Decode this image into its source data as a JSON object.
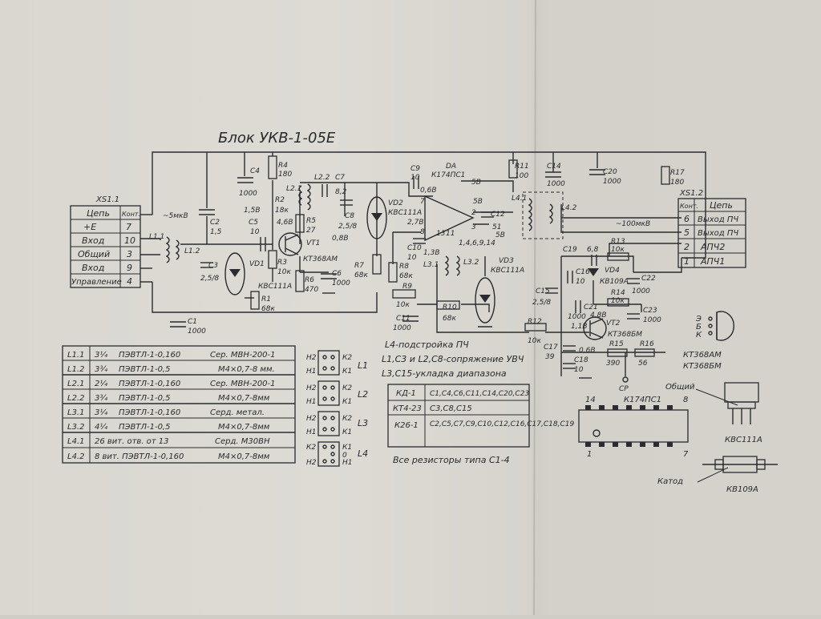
{
  "title": "Блок УКВ-1-05Е",
  "xs1_1": {
    "name": "XS1.1",
    "headers": [
      "Цепь",
      "Конт."
    ],
    "rows": [
      [
        "+E",
        "7"
      ],
      [
        "Вход",
        "10"
      ],
      [
        "Общий",
        "3"
      ],
      [
        "Вход",
        "9"
      ],
      [
        "Управление",
        "4"
      ]
    ]
  },
  "xs1_2": {
    "name": "XS1.2",
    "headers": [
      "Конт.",
      "Цепь"
    ],
    "rows": [
      [
        "6",
        "Выход ПЧ"
      ],
      [
        "5",
        "Выход ПЧ"
      ],
      [
        "2",
        "АПЧ2"
      ],
      [
        "1",
        "АПЧ1"
      ]
    ]
  },
  "components": {
    "c4": [
      "C4",
      "1000"
    ],
    "r4": [
      "R4",
      "180"
    ],
    "c7": "C7",
    "l22": "L2.2",
    "l21": "L2.1",
    "c9": [
      "C9",
      "10"
    ],
    "da": [
      "DA",
      "К174ПС1"
    ],
    "r11": [
      "R11",
      "100"
    ],
    "c14": [
      "C14",
      "1000"
    ],
    "c20": [
      "C20",
      "1000"
    ],
    "r17": [
      "R17",
      "180"
    ],
    "r2": [
      "R2",
      "18к"
    ],
    "v158": "1,5В",
    "c5": [
      "C5",
      "10"
    ],
    "v468": "4,6В",
    "r5": [
      "R5",
      "27"
    ],
    "c8": [
      "C8",
      "2,5/8"
    ],
    "c7v": "8,2",
    "vd2": [
      "VD2",
      "КВС111А"
    ],
    "v068": "0,6В",
    "v278": "2,7В",
    "pin7": "7",
    "pin8": "8",
    "v5a": "5В",
    "v5b": "5В",
    "v5c": "5В",
    "c12": [
      "C12",
      "51"
    ],
    "l41": "L4.1",
    "l42": "L4.2",
    "pins23": "2",
    "pin3": "3",
    "pins1469": "1,4,6,9,14",
    "pin11": "11",
    "pin13": "13",
    "c2": [
      "C2",
      "1,5"
    ],
    "c3": [
      "C3",
      "2,5/8"
    ],
    "l11": "L1.1",
    "l12": "L1.2",
    "mv5": "~5мкВ",
    "vd1": "VD1",
    "vt1": "VT1",
    "v08": "0,8В",
    "kt368": "КТ368АМ",
    "r3": [
      "R3",
      "10к"
    ],
    "r6": [
      "R6",
      "470"
    ],
    "c6": [
      "C6",
      "1000"
    ],
    "kvs_vd1": "КВС111А",
    "r1": [
      "R1",
      "68к"
    ],
    "r7": [
      "R7",
      "68к"
    ],
    "r8": [
      "R8",
      "68к"
    ],
    "c10": [
      "C10",
      "10"
    ],
    "v138": "1,3В",
    "l31": "L3.1",
    "l32": "L3.2",
    "vd3": [
      "VD3",
      "КВС111А"
    ],
    "r9": [
      "R9",
      "10к"
    ],
    "r10": [
      "R10",
      "68к"
    ],
    "c11": [
      "C11",
      "1000"
    ],
    "c1": [
      "C1",
      "1000"
    ],
    "mv100": "~100мкВ",
    "c19": "C19",
    "c19v": "6,8",
    "r13": [
      "R13",
      "10к"
    ],
    "c16": [
      "C16",
      "10"
    ],
    "vd4": [
      "VD4",
      "КВ109А"
    ],
    "c22": [
      "C22",
      "1000"
    ],
    "r14": [
      "R14",
      "10к"
    ],
    "c21": [
      "C21",
      "1000"
    ],
    "v48": "4,8В",
    "vt2": "VT2",
    "kt368b": "КТ368БМ",
    "c23": [
      "C23",
      "1000"
    ],
    "c15": [
      "C15",
      "2,5/8"
    ],
    "r12": [
      "R12",
      "10к"
    ],
    "v11": "1,1В",
    "c17": [
      "C17",
      "39"
    ],
    "v068b": "0,6В",
    "r15": [
      "R15",
      "390"
    ],
    "r16": [
      "R16",
      "56"
    ],
    "c18": [
      "C18",
      "10"
    ],
    "cp": "СР"
  },
  "notes": [
    "L4-подстройка ПЧ",
    "L1,C3 и L2,C8-сопряжение УВЧ",
    "L3,C15-укладка диапазона"
  ],
  "resistor_note": "Все резисторы типа С1-4",
  "coil_table": [
    [
      "L1.1",
      "3¼",
      "ПЭВТЛ-1-0,160",
      "Сер. МВН-200-1"
    ],
    [
      "L1.2",
      "3¾",
      "ПЭВТЛ-1-0,5",
      "М4×0,7-8 мм."
    ],
    [
      "L2.1",
      "2¼",
      "ПЭВТЛ-1-0,160",
      "Сер. МВН-200-1"
    ],
    [
      "L2.2",
      "3¾",
      "ПЭВТЛ-1-0,5",
      "М4×0,7-8мм"
    ],
    [
      "L3.1",
      "3¼",
      "ПЭВТЛ-1-0,160",
      "Серд. метал."
    ],
    [
      "L3.2",
      "4¼",
      "ПЭВТЛ-1-0,5",
      "М4×0,7-8мм"
    ],
    [
      "L4.1",
      "26 вит. отв. от 13",
      "",
      "Серд. М30ВН"
    ],
    [
      "L4.2",
      "8 вит. ПЭВТЛ-1-0,160",
      "",
      "М4×0,7-8мм"
    ]
  ],
  "coil_pins": [
    {
      "top_left": "Н2",
      "top_right": "К2",
      "bottom_left": "Н1",
      "bottom_right": "К1",
      "name": "L1"
    },
    {
      "top_left": "Н2",
      "top_right": "К2",
      "bottom_left": "Н1",
      "bottom_right": "К1",
      "name": "L2"
    },
    {
      "top_left": "Н2",
      "top_right": "К2",
      "bottom_left": "Н1",
      "bottom_right": "К1",
      "name": "L3"
    },
    {
      "top_left": "К2",
      "top_right": "К1",
      "bottom_left": "Н2",
      "bottom_right": "Н1",
      "mid": "0",
      "name": "L4"
    }
  ],
  "cap_types": [
    [
      "КД-1",
      "С1,С4,С6,С11,С14,С20,С23"
    ],
    [
      "КТ4-23",
      "С3,С8,С15"
    ],
    [
      "К26-1",
      "С2,С5,С7,С9,С10,С12,С16,С17,С18,С19"
    ]
  ],
  "transistor_pins": [
    "Э",
    "Б",
    "К"
  ],
  "transistor_types": [
    "КТ368АМ",
    "КТ368БМ"
  ],
  "ic": {
    "pin14": "14",
    "name": "К174ПС1",
    "pin8": "8",
    "pin1": "1",
    "pin7": "7"
  },
  "kvs_label": "КВС111А",
  "common_label": "Общий",
  "cathode_label": "Катод",
  "kv109_label": "КВ109А"
}
